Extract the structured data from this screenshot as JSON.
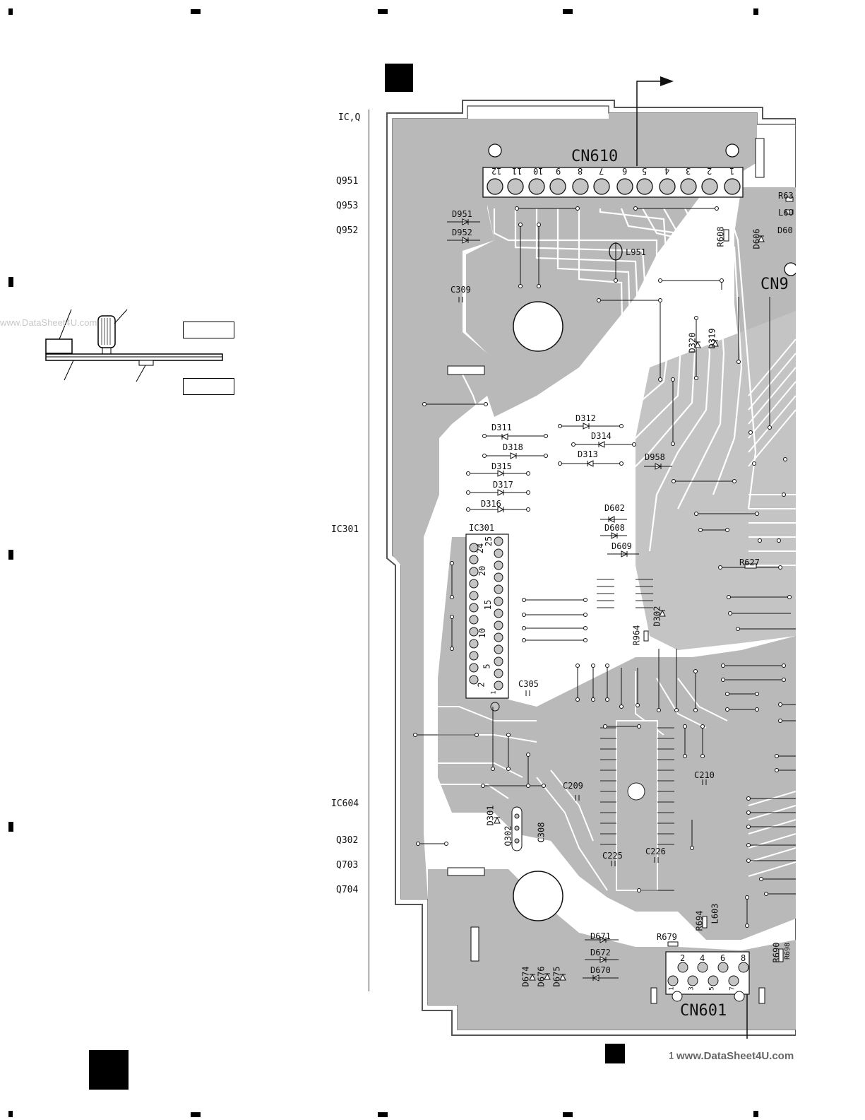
{
  "side_labels": [
    "IC,Q",
    "Q951",
    "Q953",
    "Q952",
    "IC301",
    "IC604",
    "Q302",
    "Q703",
    "Q704"
  ],
  "connectors": {
    "top": "CN610",
    "bottom": "CN601",
    "right_partial": "CN9"
  },
  "cn610_pins": [
    "12",
    "11",
    "10",
    "9",
    "8",
    "7",
    "6",
    "5",
    "4",
    "3",
    "2",
    "1"
  ],
  "cn601_pins_top": [
    "2",
    "4",
    "6",
    "8"
  ],
  "cn601_pins_bottom": [
    "1",
    "3",
    "5",
    "7"
  ],
  "ic301_pins": [
    "25",
    "24",
    "20",
    "15",
    "10",
    "5",
    "2",
    "1"
  ],
  "components": {
    "diodes": [
      "D951",
      "D952",
      "D311",
      "D312",
      "D313",
      "D314",
      "D315",
      "D316",
      "D317",
      "D318",
      "D319",
      "D320",
      "D958",
      "D602",
      "D608",
      "D609",
      "D302",
      "D301",
      "D671",
      "D672",
      "D670",
      "D674",
      "D676",
      "D675",
      "D606",
      "D60"
    ],
    "capacitors": [
      "C309",
      "C305",
      "C209",
      "C210",
      "C225",
      "C226",
      "C308"
    ],
    "resistors": [
      "R608",
      "R627",
      "R964",
      "R679",
      "R694",
      "R690",
      "R63",
      "R698"
    ],
    "inductors": [
      "L951",
      "L603",
      "L60"
    ],
    "ics": [
      "IC301"
    ],
    "transistors": [
      "Q302"
    ]
  },
  "watermarks": {
    "left": "www.DataSheet4U.com",
    "bottom": "www.DataSheet4U.com",
    "bottom_prefix": "1"
  },
  "colors": {
    "copper": "#b9b9b9",
    "board_outline": "#555555",
    "ink": "#111111"
  }
}
